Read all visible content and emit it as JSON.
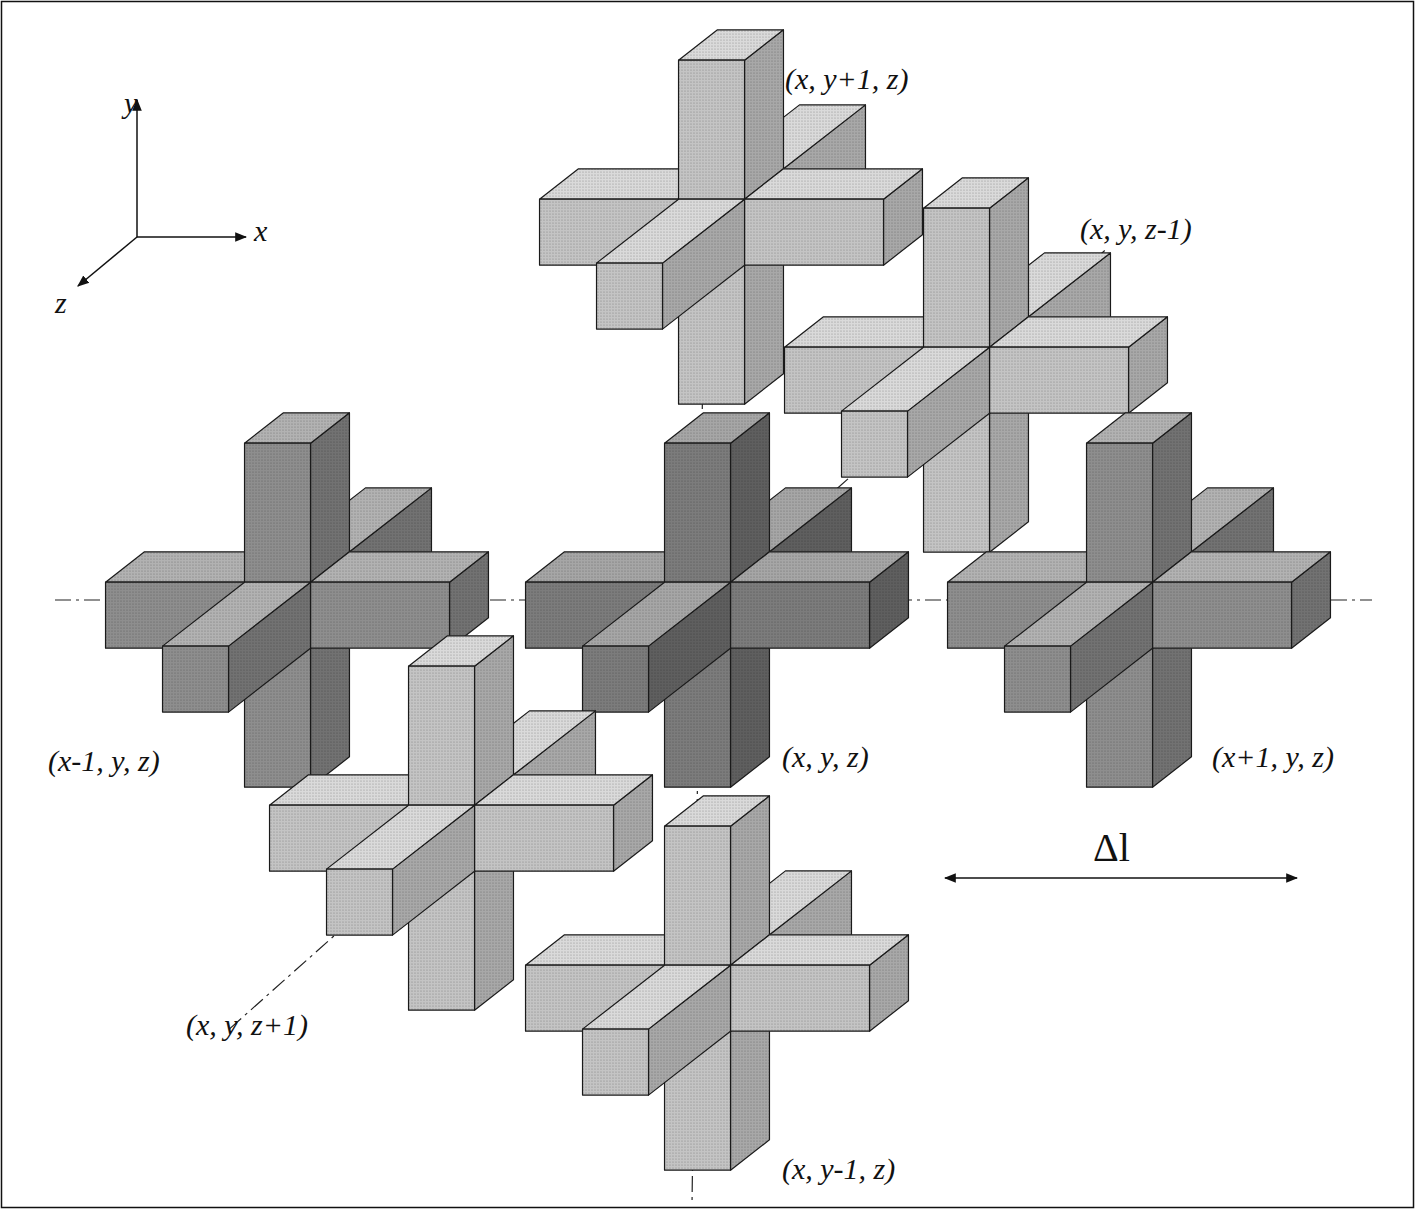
{
  "diagram": {
    "labels": [
      "y",
      "x",
      "z",
      "(x, y+1, z)",
      "(x, y, z-1)",
      "(x-1, y, z)",
      "(x, y, z)",
      "(x+1, y, z)",
      "(x, y, z+1)",
      "(x, y-1, z)",
      "Δl"
    ]
  }
}
